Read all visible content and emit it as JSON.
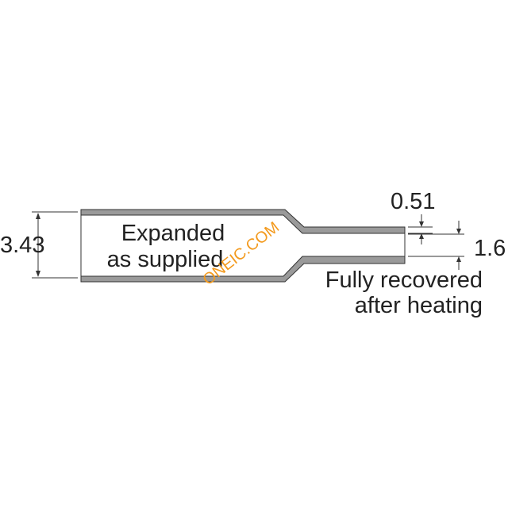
{
  "dimensions": {
    "expanded_diameter": "3.43",
    "wall_thickness": "0.51",
    "recovered_diameter": "1.6"
  },
  "labels": {
    "expanded_line1": "Expanded",
    "expanded_line2": "as supplied",
    "recovered_line1": "Fully recovered",
    "recovered_line2": "after heating"
  },
  "watermark": "ONEIC.COM",
  "colors": {
    "tube_wall": "#9a9a9a",
    "outline": "#333333",
    "text": "#222222",
    "watermark": "#f39a1e"
  }
}
